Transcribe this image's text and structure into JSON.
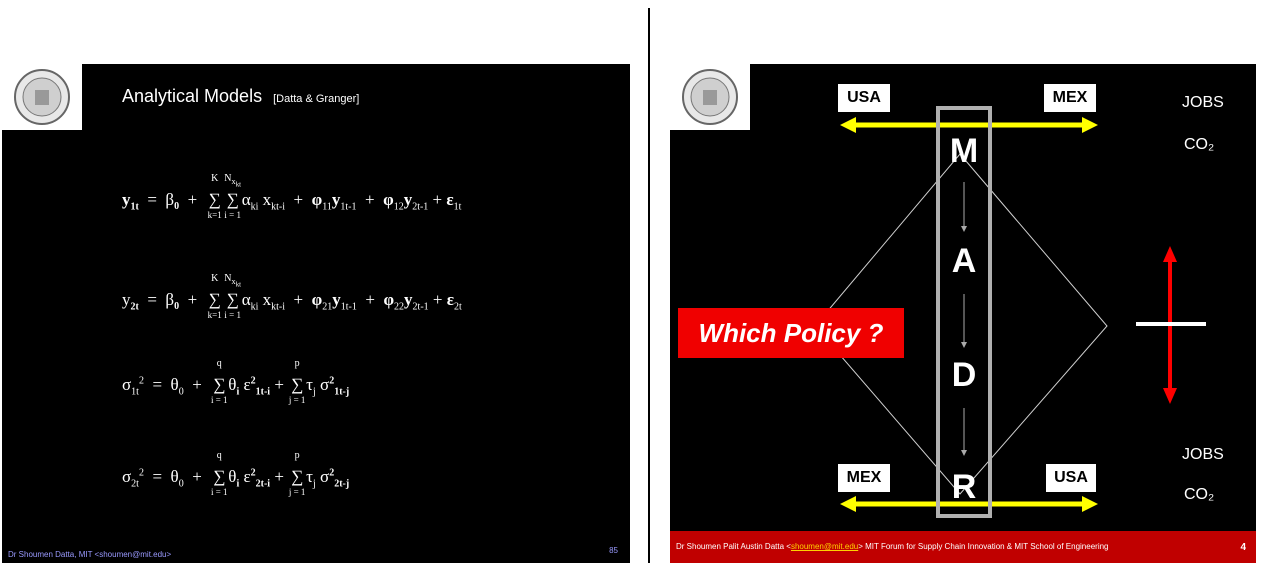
{
  "left_slide": {
    "title": "Analytical Models",
    "citation": "[Datta & Granger]",
    "footer": "Dr Shoumen Datta, MIT <shoumen@mit.edu>",
    "page_number": "85"
  },
  "right_slide": {
    "top_left_box": "USA",
    "top_right_box": "MEX",
    "bottom_left_box": "MEX",
    "bottom_right_box": "USA",
    "top_jobs": "JOBS",
    "top_co2": "CO₂",
    "bottom_jobs": "JOBS",
    "bottom_co2": "CO₂",
    "letters": [
      "M",
      "A",
      "D",
      "R"
    ],
    "policy_label": "Which Policy ?",
    "footer_prefix": "Dr Shoumen Palit Austin Datta  <",
    "footer_email": "shoumen@mit.edu",
    "footer_suffix": "> MIT Forum for Supply Chain Innovation & MIT School of Engineering",
    "page_number": "4",
    "colors": {
      "arrow_yellow": "#ffff00",
      "arrow_red": "#ff0000",
      "box_gray": "#b0b0b0",
      "footer_red": "#c00000"
    }
  }
}
